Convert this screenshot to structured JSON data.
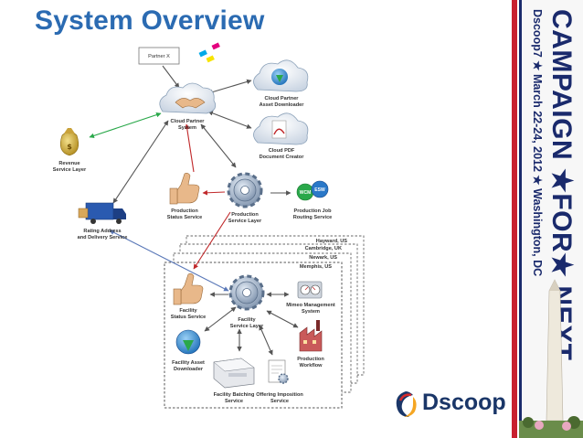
{
  "title": "System Overview",
  "nodes": {
    "partner_x": "Partner X",
    "cloud_partner_system": [
      "Cloud Partner",
      "System"
    ],
    "cloud_partner_asset_downloader": [
      "Cloud Partner",
      "Asset Downloader"
    ],
    "cloud_pdf_document_creator": [
      "Cloud PDF",
      "Document Creator"
    ],
    "revenue_service_layer": [
      "Revenue",
      "Service Layer"
    ],
    "production_status_service": [
      "Production",
      "Status Service"
    ],
    "production_service_layer": [
      "Production",
      "Service Layer"
    ],
    "production_job_routing_service": [
      "Production Job",
      "Routing Service"
    ],
    "rating_address_delivery_service": [
      "Rating Address",
      "and Delivery Service"
    ],
    "facility_status_service": [
      "Facility",
      "Status Service"
    ],
    "facility_service_layer": [
      "Facility",
      "Service Layer"
    ],
    "mimeo_management_system": [
      "Mimeo Management",
      "System"
    ],
    "production_workflow": [
      "Production",
      "Workflow"
    ],
    "facility_asset_downloader": [
      "Facility Asset",
      "Downloader"
    ],
    "facility_batching_service": [
      "Facility Batching",
      "Service"
    ],
    "offering_imposition_service": [
      "Offering Imposition",
      "Service"
    ]
  },
  "routing_badges": [
    "WCM",
    "ESW"
  ],
  "facilities": [
    "Hayward, US",
    "Cambridge, UK",
    "Newark, US",
    "Memphis, US"
  ],
  "banner": {
    "campaign": "CAMPAIGN ★FOR★ NEXT",
    "event": "Dscoop7 ★ March 22-24, 2012 ★ Washington, DC"
  },
  "logo_text": "Dscoop",
  "colors": {
    "title": "#2b6bb2",
    "banner_navy": "#1a2a6c",
    "banner_red": "#c8202f",
    "arrow": "#555555",
    "arrow_green": "#2aa84a",
    "arrow_red": "#c0282a",
    "arrow_blue": "#5a78b8"
  }
}
